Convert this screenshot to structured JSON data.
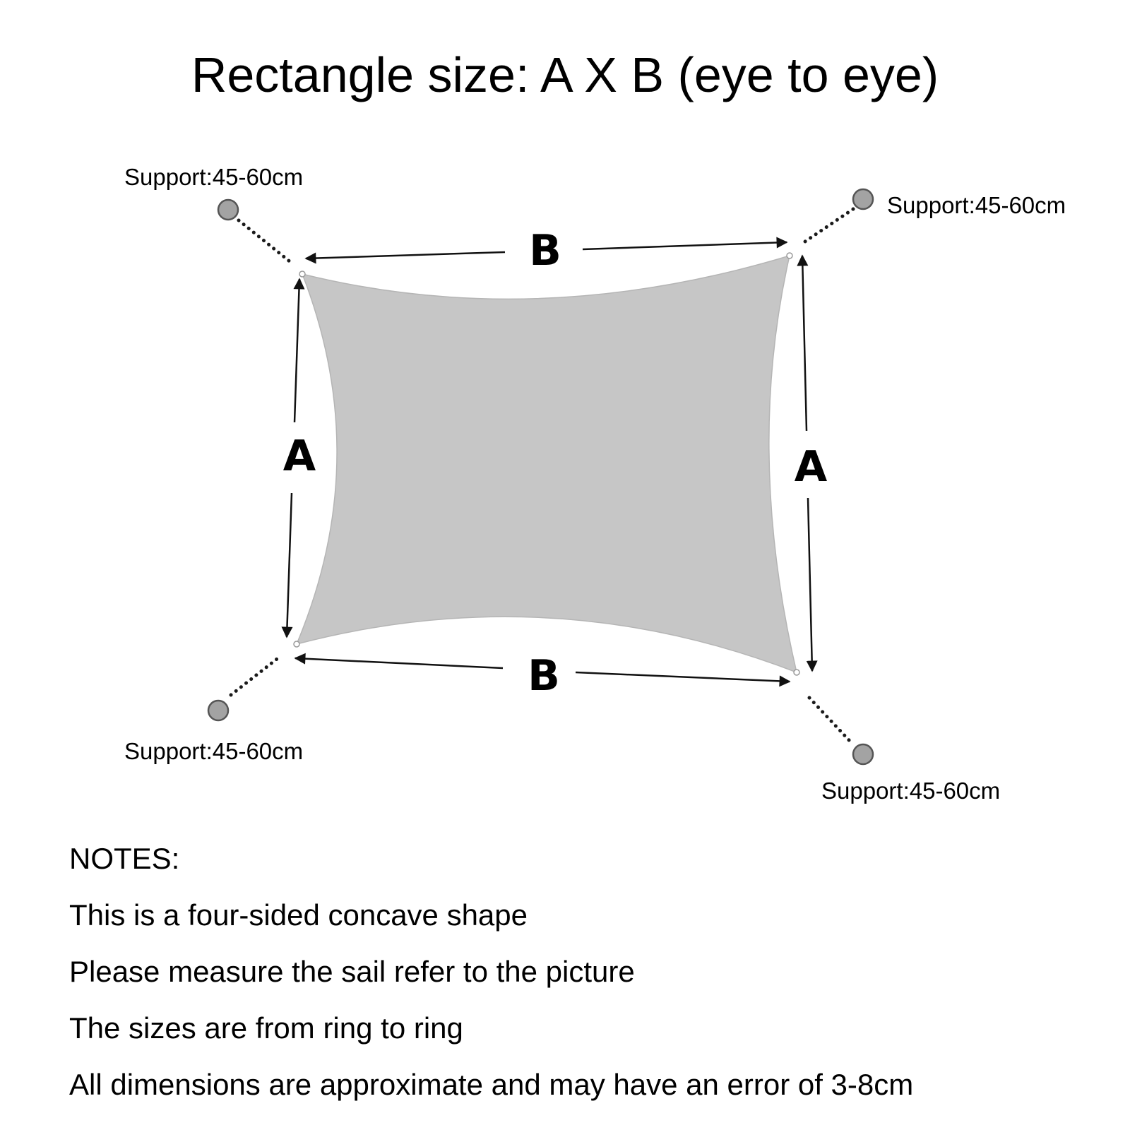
{
  "title": "Rectangle size: A X B (eye to eye)",
  "diagram": {
    "sail_color": "#c6c6c6",
    "post_color": "#a3a3a3",
    "supports": [
      {
        "position": "top-left",
        "label": "Support:45-60cm"
      },
      {
        "position": "top-right",
        "label": "Support:45-60cm"
      },
      {
        "position": "bottom-left",
        "label": "Support:45-60cm"
      },
      {
        "position": "bottom-right",
        "label": "Support:45-60cm"
      }
    ],
    "dimensions": {
      "top": "B",
      "bottom": "B",
      "left": "A",
      "right": "A"
    }
  },
  "notes": {
    "heading": "NOTES:",
    "lines": [
      "This is a four-sided concave shape",
      "Please measure the sail refer to the picture",
      "The sizes are from ring to ring",
      "All dimensions are approximate and may have an error of 3-8cm"
    ]
  }
}
